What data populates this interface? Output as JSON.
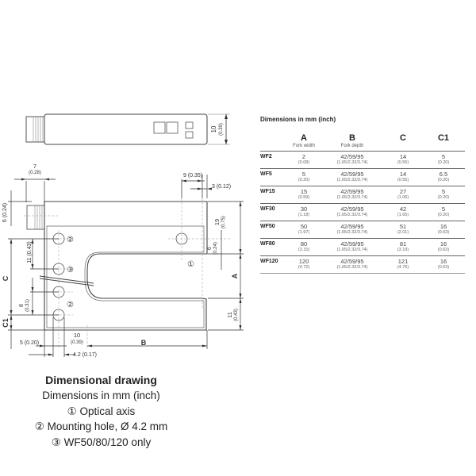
{
  "table": {
    "title": "Dimensions in mm (inch)",
    "columns": [
      {
        "key": "A",
        "label": "A",
        "sublabel": "Fork width"
      },
      {
        "key": "B",
        "label": "B",
        "sublabel": "Fork depth"
      },
      {
        "key": "C",
        "label": "C",
        "sublabel": ""
      },
      {
        "key": "C1",
        "label": "C1",
        "sublabel": ""
      }
    ],
    "rows": [
      {
        "model": "WF2",
        "A": "2",
        "A_in": "(0.08)",
        "B": "42/59/95",
        "B_in": "(1.65/2.32/3.74)",
        "C": "14",
        "C_in": "(0.55)",
        "C1": "5",
        "C1_in": "(0.20)"
      },
      {
        "model": "WF5",
        "A": "5",
        "A_in": "(0.20)",
        "B": "42/59/95",
        "B_in": "(1.65/2.32/3.74)",
        "C": "14",
        "C_in": "(0.55)",
        "C1": "6.5",
        "C1_in": "(0.20)"
      },
      {
        "model": "WF15",
        "A": "15",
        "A_in": "(0.59)",
        "B": "42/59/95",
        "B_in": "(1.65/2.32/3.74)",
        "C": "27",
        "C_in": "(1.06)",
        "C1": "5",
        "C1_in": "(0.20)"
      },
      {
        "model": "WF30",
        "A": "30",
        "A_in": "(1.18)",
        "B": "42/59/95",
        "B_in": "(1.65/2.32/3.74)",
        "C": "42",
        "C_in": "(1.65)",
        "C1": "5",
        "C1_in": "(0.20)"
      },
      {
        "model": "WF50",
        "A": "50",
        "A_in": "(1.97)",
        "B": "42/59/95",
        "B_in": "(1.65/2.32/3.74)",
        "C": "51",
        "C_in": "(2.01)",
        "C1": "16",
        "C1_in": "(0.63)"
      },
      {
        "model": "WF80",
        "A": "80",
        "A_in": "(3.15)",
        "B": "42/59/95",
        "B_in": "(1.65/2.32/3.74)",
        "C": "81",
        "C_in": "(3.19)",
        "C1": "16",
        "C1_in": "(0.63)"
      },
      {
        "model": "WF120",
        "A": "120",
        "A_in": "(4.72)",
        "B": "42/59/95",
        "B_in": "(1.65/2.32/3.74)",
        "C": "121",
        "C_in": "(4.76)",
        "C1": "16",
        "C1_in": "(0.63)"
      }
    ]
  },
  "drawing": {
    "top_view": {
      "height_dim": "10",
      "height_dim_in": "(0.39)"
    },
    "dims": {
      "d7": "7",
      "d7_in": "(0.28)",
      "d9": "9 (0.35)",
      "d3": "3 (0.12)",
      "d6a": "6 (0.24)",
      "d19": "19",
      "d19_in": "(0.75)",
      "d6b": "6",
      "d6b_in": "(0.24)",
      "d11a": "11 (0.43)",
      "d8": "8",
      "d8_in": "(0.31)",
      "d11b": "11",
      "d11b_in": "(0.43)",
      "d5": "5 (0.20)",
      "d10": "10",
      "d10_in": "(0.39)",
      "d42": "4.2 (0.17)",
      "A": "A",
      "B": "B",
      "C": "C",
      "C1": "C1"
    },
    "markers": {
      "one": "①",
      "two": "②",
      "three": "③"
    }
  },
  "caption": {
    "title": "Dimensional drawing",
    "lines": [
      "Dimensions in mm (inch)",
      "① Optical axis",
      "② Mounting hole, Ø 4.2 mm",
      "③ WF50/80/120 only"
    ]
  }
}
